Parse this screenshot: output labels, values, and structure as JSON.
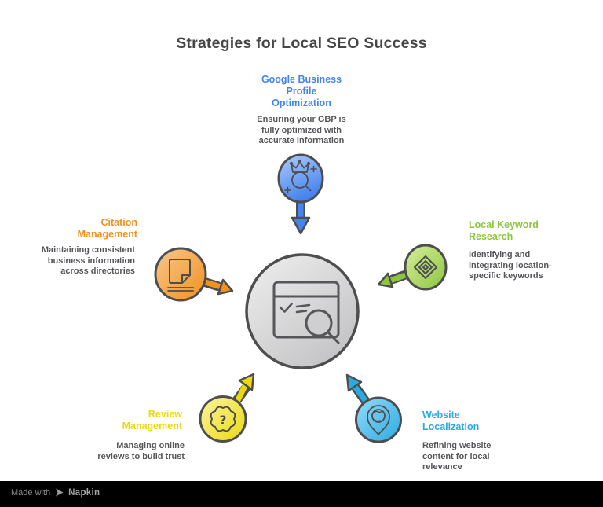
{
  "title": "Strategies for Local SEO Success",
  "colors": {
    "outline": "#4E4E50",
    "title_text": "#474747",
    "body_text": "#56565A",
    "background": "#FFFFFF",
    "footer_background": "#000000",
    "center_fill": "#C2C2C4",
    "center_fill_light": "#EFEFEF"
  },
  "center": {
    "icon": "browser-search-icon"
  },
  "nodes": {
    "gbp": {
      "label": "Google Business\nProfile\nOptimization",
      "description": "Ensuring your GBP is\nfully optimized with\naccurate information",
      "color": "#4583F0",
      "color_light": "#AFCBFA",
      "icon": "crown-search-icon"
    },
    "citation": {
      "label": "Citation\nManagement",
      "description": "Maintaining consistent\nbusiness information\nacross directories",
      "color": "#F1911F",
      "color_light": "#F9C78C",
      "icon": "document-icon"
    },
    "keyword": {
      "label": "Local Keyword\nResearch",
      "description": "Identifying and\nintegrating location-\nspecific keywords",
      "color": "#8CC63F",
      "color_light": "#D8EE9A",
      "icon": "nested-diamonds-icon"
    },
    "review": {
      "label": "Review\nManagement",
      "description": "Managing online\nreviews to build trust",
      "color": "#EBD90C",
      "color_light": "#FBF4A3",
      "icon": "question-badge-icon"
    },
    "website": {
      "label": "Website\nLocalization",
      "description": "Refining website\ncontent for local\nrelevance",
      "color": "#29ABE2",
      "color_light": "#96DBF9",
      "icon": "globe-pin-icon"
    }
  },
  "footer": {
    "made_with": "Made with",
    "brand": "Napkin"
  }
}
